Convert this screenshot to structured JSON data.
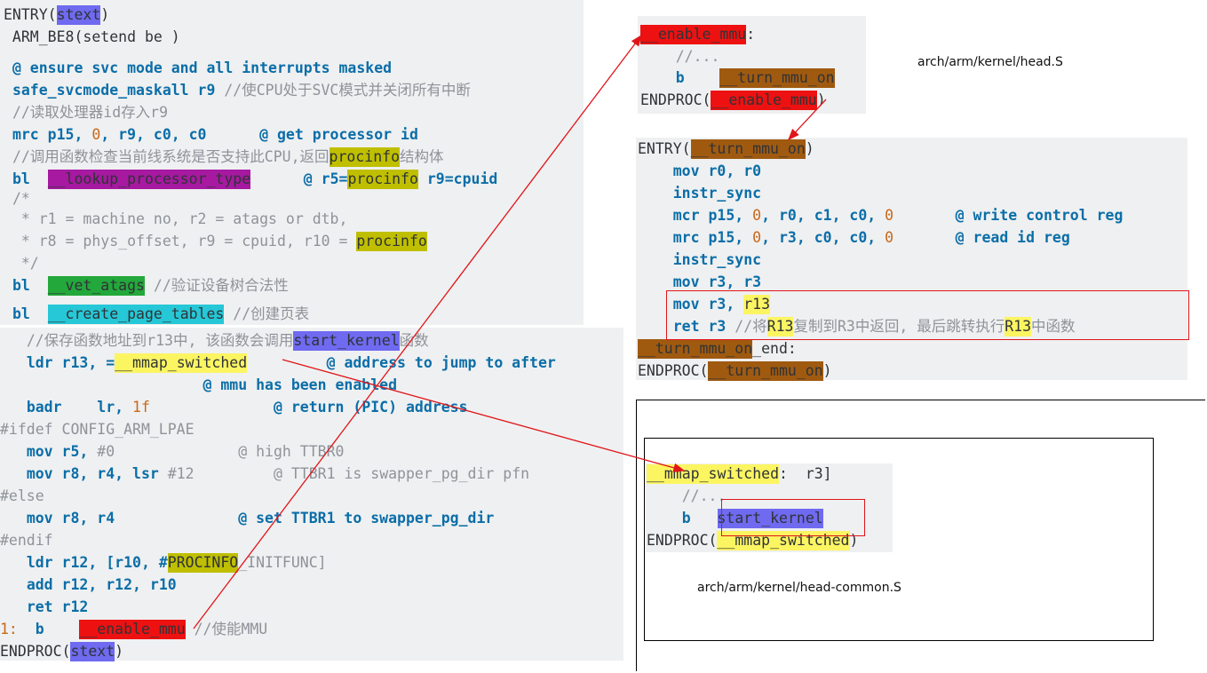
{
  "stext": {
    "lines": [
      [
        "ENTRY(",
        {
          "t": "stext",
          "hl": "blue"
        },
        ")"
      ],
      [
        " ARM_BE8(setend be )"
      ],
      [
        " ",
        {
          "t": "@ ensure svc mode and all interrupts masked",
          "c": "kw"
        }
      ],
      [
        " ",
        {
          "t": "safe_svcmode_maskall r9",
          "c": "kw"
        },
        {
          "t": " //使CPU处于SVC模式并关闭所有中断",
          "c": "cm"
        }
      ],
      [
        " ",
        {
          "t": "//读取处理器id存入r9",
          "c": "cm"
        }
      ],
      [
        " ",
        {
          "t": "mrc p15, ",
          "c": "kw"
        },
        {
          "t": "0",
          "c": "num"
        },
        {
          "t": ", r9, c0, c0      @ get processor id",
          "c": "kw"
        }
      ],
      [
        " ",
        {
          "t": "//调用函数检查当前线系统是否支持此CPU,返回",
          "c": "cm"
        },
        {
          "t": "procinfo",
          "hl": "olive"
        },
        {
          "t": "结构体",
          "c": "cm"
        }
      ],
      [
        " ",
        {
          "t": "bl  ",
          "c": "kw"
        },
        {
          "t": "__lookup_processor_type",
          "hl": "purple"
        },
        {
          "t": "      @ r5=",
          "c": "kw"
        },
        {
          "t": "procinfo",
          "hl": "olive"
        },
        {
          "t": " r9=cpuid",
          "c": "kw"
        }
      ],
      [
        " ",
        {
          "t": "/*",
          "c": "cm"
        }
      ],
      [
        " ",
        {
          "t": " * r1 = machine no, r2 = atags or dtb,",
          "c": "cm"
        }
      ],
      [
        " ",
        {
          "t": " * r8 = phys_offset, r9 = cpuid, r10 = ",
          "c": "cm"
        },
        {
          "t": "procinfo",
          "hl": "olive"
        }
      ],
      [
        " ",
        {
          "t": " */",
          "c": "cm"
        }
      ],
      [
        " ",
        {
          "t": "bl  ",
          "c": "kw"
        },
        {
          "t": "__vet_atags",
          "hl": "green"
        },
        {
          "t": " //验证设备树合法性",
          "c": "cm"
        }
      ],
      [
        " ",
        {
          "t": "bl  ",
          "c": "kw"
        },
        {
          "t": "__create_page_tables",
          "hl": "cyan"
        },
        {
          "t": " //创建页表",
          "c": "cm"
        }
      ]
    ]
  },
  "stext2": {
    "lines": [
      [
        "   ",
        {
          "t": "//保存函数地址到r13中, 该函数会调用",
          "c": "cm"
        },
        {
          "t": "start_kernel",
          "hl": "blue"
        },
        {
          "t": "函数",
          "c": "cm"
        }
      ],
      [
        "   ",
        {
          "t": "ldr r13, =",
          "c": "kw"
        },
        {
          "t": "__mmap_switched",
          "hl": "yellow"
        },
        {
          "t": "         @ address to jump to after",
          "c": "kw"
        }
      ],
      [
        {
          "t": "                       @ mmu has been enabled",
          "c": "kw"
        }
      ],
      [
        "   ",
        {
          "t": "badr    lr, ",
          "c": "kw"
        },
        {
          "t": "1f",
          "c": "num"
        },
        {
          "t": "              @ return (PIC) address",
          "c": "kw"
        }
      ],
      [
        {
          "t": "#ifdef CONFIG_ARM_LPAE",
          "c": "cm"
        }
      ],
      [
        "   ",
        {
          "t": "mov r5, ",
          "c": "kw"
        },
        {
          "t": "#0",
          "c": "cm"
        },
        {
          "t": "              @ high TTBR0",
          "c": "cm"
        }
      ],
      [
        "   ",
        {
          "t": "mov r8, r4, lsr ",
          "c": "kw"
        },
        {
          "t": "#12",
          "c": "cm"
        },
        {
          "t": "         @ TTBR1 is swapper_pg_dir pfn",
          "c": "cm"
        }
      ],
      [
        {
          "t": "#else",
          "c": "cm"
        }
      ],
      [
        "   ",
        {
          "t": "mov r8, r4",
          "c": "kw"
        },
        {
          "t": "              @ set TTBR1 to swapper_pg_dir",
          "c": "kw"
        }
      ],
      [
        {
          "t": "#endif",
          "c": "cm"
        }
      ],
      [
        "   ",
        {
          "t": "ldr r12, [r10, #",
          "c": "kw"
        },
        {
          "t": "PROCINFO",
          "hl": "olive"
        },
        {
          "t": "_INITFUNC]",
          "c": "cm"
        }
      ],
      [
        "   ",
        {
          "t": "add r12, r12, r10",
          "c": "kw"
        }
      ],
      [
        "   ",
        {
          "t": "ret r12",
          "c": "kw"
        }
      ],
      [
        {
          "t": "1:",
          "c": "num"
        },
        {
          "t": "  b    ",
          "c": "kw"
        },
        {
          "t": "__enable_mmu",
          "hl": "red"
        },
        {
          "t": " //使能MMU",
          "c": "cm"
        }
      ],
      [
        "ENDPROC(",
        {
          "t": "stext",
          "hl": "blue"
        },
        ")"
      ]
    ]
  },
  "enable_mmu": {
    "lines": [
      [
        {
          "t": "__enable_mmu",
          "hl": "red"
        },
        ":"
      ],
      [
        "    ",
        {
          "t": "//...",
          "c": "cm"
        }
      ],
      [
        "    ",
        {
          "t": "b    ",
          "c": "kw"
        },
        {
          "t": "__turn_mmu_on",
          "hl": "brown"
        }
      ],
      [
        "ENDPROC(",
        {
          "t": "__enable_mmu",
          "hl": "red"
        },
        ")"
      ]
    ]
  },
  "turn_mmu_on": {
    "lines": [
      [
        "ENTRY(",
        {
          "t": "__turn_mmu_on",
          "hl": "brown"
        },
        ")"
      ],
      [
        "    ",
        {
          "t": "mov r0, r0",
          "c": "kw"
        }
      ],
      [
        "    ",
        {
          "t": "instr_sync",
          "c": "kw"
        }
      ],
      [
        "    ",
        {
          "t": "mcr p15, ",
          "c": "kw"
        },
        {
          "t": "0",
          "c": "num"
        },
        {
          "t": ", r0, c1, c0, ",
          "c": "kw"
        },
        {
          "t": "0",
          "c": "num"
        },
        {
          "t": "       @ write control reg",
          "c": "kw"
        }
      ],
      [
        "    ",
        {
          "t": "mrc p15, ",
          "c": "kw"
        },
        {
          "t": "0",
          "c": "num"
        },
        {
          "t": ", r3, c0, c0, ",
          "c": "kw"
        },
        {
          "t": "0",
          "c": "num"
        },
        {
          "t": "       @ read id reg",
          "c": "kw"
        }
      ],
      [
        "    ",
        {
          "t": "instr_sync",
          "c": "kw"
        }
      ],
      [
        "    ",
        {
          "t": "mov r3, r3",
          "c": "kw"
        }
      ],
      [
        "    ",
        {
          "t": "mov r3, ",
          "c": "kw"
        },
        {
          "t": "r13",
          "hl": "yellow"
        }
      ],
      [
        "    ",
        {
          "t": "ret r3 ",
          "c": "kw"
        },
        {
          "t": "//将",
          "c": "cm"
        },
        {
          "t": "R13",
          "hl": "yellow"
        },
        {
          "t": "复制到R3中返回, 最后跳转执行",
          "c": "cm"
        },
        {
          "t": "R13",
          "hl": "yellow"
        },
        {
          "t": "中函数",
          "c": "cm"
        }
      ],
      [
        {
          "t": "__turn_mmu_on",
          "hl": "brown"
        },
        "_end:"
      ],
      [
        "ENDPROC(",
        {
          "t": "__turn_mmu_on",
          "hl": "brown"
        },
        ")"
      ]
    ]
  },
  "mmap_switched": {
    "lines": [
      [
        {
          "t": "__mmap_switched",
          "hl": "yellow"
        },
        ":  r3]"
      ],
      [
        "    ",
        {
          "t": "//...",
          "c": "cm"
        }
      ],
      [
        "    ",
        {
          "t": "b   ",
          "c": "kw"
        },
        {
          "t": "start_kernel",
          "hl": "blue"
        }
      ],
      [
        "ENDPROC(",
        {
          "t": "__mmap_switched",
          "hl": "yellow"
        },
        ")"
      ]
    ]
  },
  "files": {
    "head": "arch/arm/kernel/head.S",
    "head_common": "arch/arm/kernel/head-common.S"
  },
  "colors": {
    "blue": "#6f6af0",
    "purple": "#a619a0",
    "olive": "#bfbf00",
    "green": "#23a83b",
    "cyan": "#26c7d6",
    "red": "#ee1111",
    "brown": "#a05a10",
    "yellow": "#fcf562",
    "arrow": "#e0151a"
  }
}
